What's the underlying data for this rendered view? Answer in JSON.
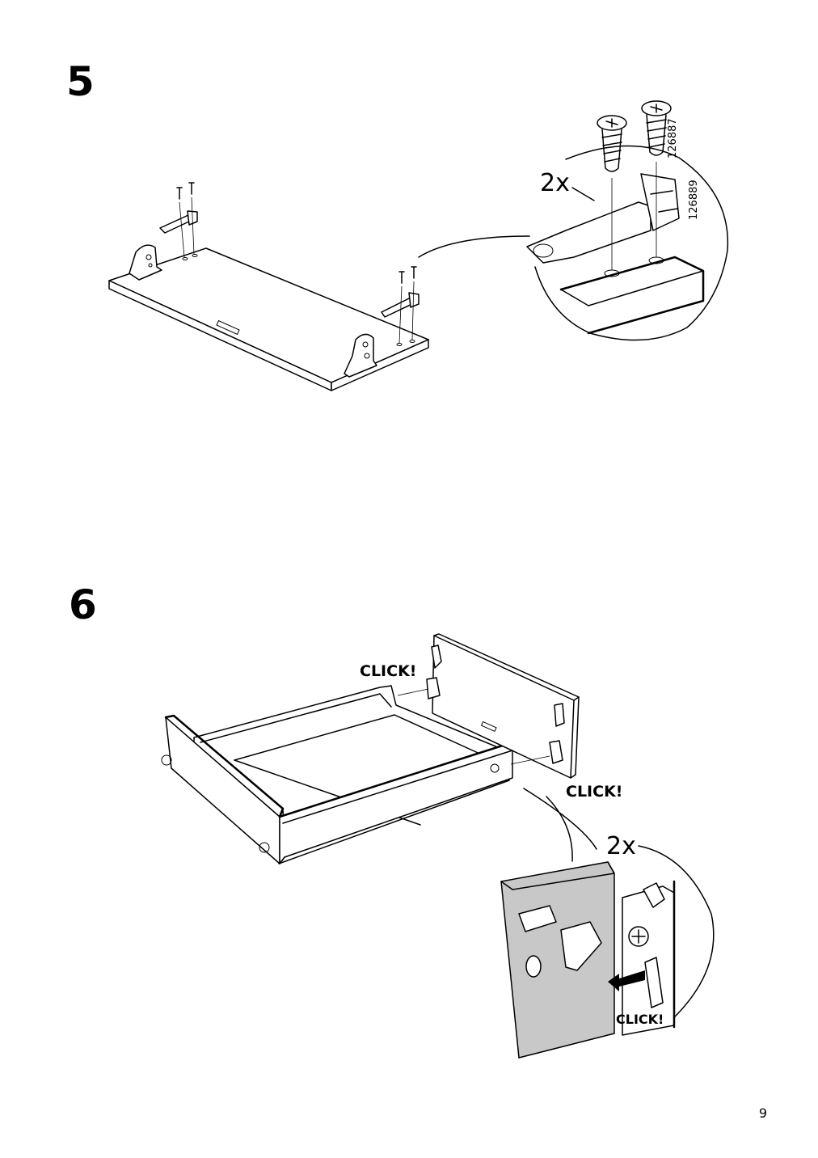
{
  "steps": [
    {
      "number": "5",
      "detail_quantity": "2x",
      "part_numbers": [
        "126887",
        "126889"
      ]
    },
    {
      "number": "6",
      "click_labels": [
        "CLICK!",
        "CLICK!",
        "CLICK!"
      ],
      "detail_quantity": "2x"
    }
  ],
  "page_number": "9"
}
